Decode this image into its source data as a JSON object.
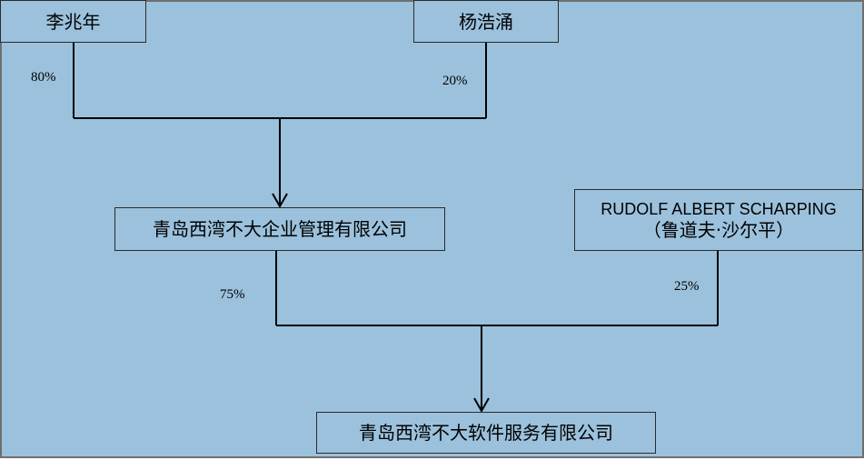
{
  "nodes": {
    "li_zhaonian": "李兆年",
    "yang_haoyong": "杨浩涌",
    "qingdao_mgmt": "青岛西湾不大企业管理有限公司",
    "rudolf_en": "RUDOLF ALBERT SCHARPING",
    "rudolf_cn": "（鲁道夫·沙尔平）",
    "qingdao_software": "青岛西湾不大软件服务有限公司"
  },
  "shares": {
    "li_zhaonian": "80%",
    "yang_haoyong": "20%",
    "qingdao_mgmt": "75%",
    "rudolf": "25%"
  },
  "colors": {
    "background": "#9bc1dc",
    "line": "#000000",
    "border": "#2b2b2b"
  }
}
